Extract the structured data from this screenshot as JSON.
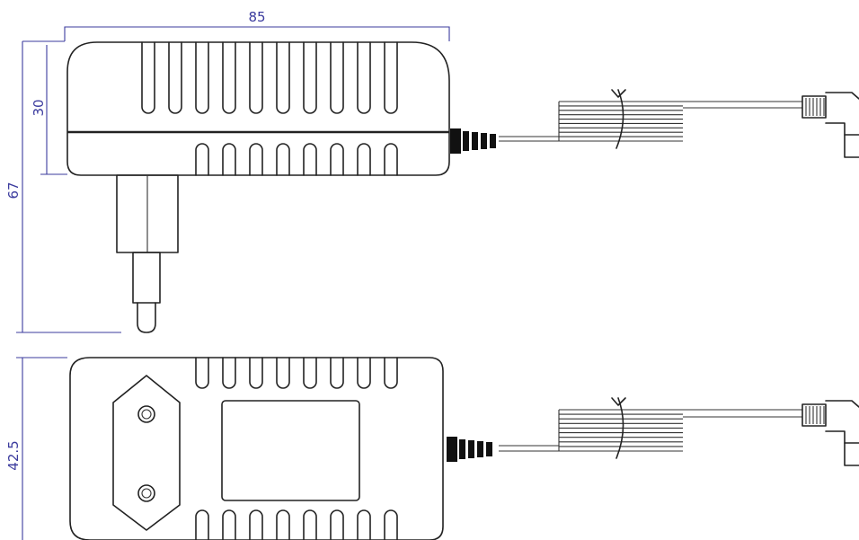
{
  "dimensions": {
    "width": "85",
    "top_height": "30",
    "total_height": "67",
    "depth": "42.5"
  },
  "colors": {
    "dimension": "#3b3b9e",
    "outline": "#222222",
    "strain_relief": "#111111"
  },
  "views": [
    "side-view",
    "front-view"
  ]
}
